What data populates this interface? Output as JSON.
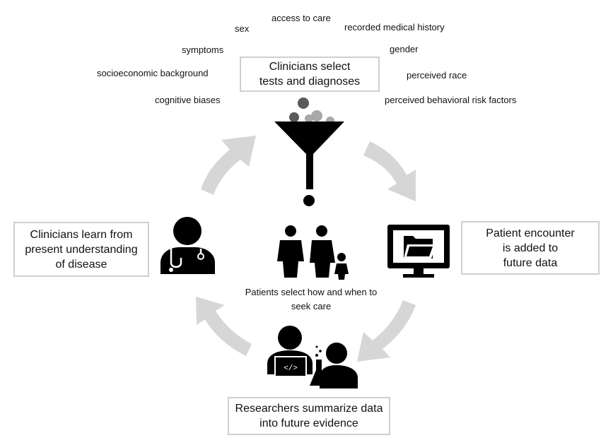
{
  "boxes": {
    "top": "Clinicians select\ntests and diagnoses",
    "right": "Patient encounter\nis added to\nfuture data",
    "bottom": "Researchers summarize data\ninto future evidence",
    "left": "Clinicians learn from\npresent understanding\nof disease"
  },
  "factors": {
    "access_to_care": "access to care",
    "sex": "sex",
    "recorded_medical_history": "recorded medical history",
    "symptoms": "symptoms",
    "gender": "gender",
    "socioeconomic_background": "socioeconomic background",
    "perceived_race": "perceived race",
    "cognitive_biases": "cognitive biases",
    "perceived_behavioral_risk_factors": "perceived behavioral risk factors"
  },
  "center_caption": "Patients select how and when to seek care",
  "icons": {
    "filter": "funnel-icon",
    "computer": "computer-folder-icon",
    "researchers": "researchers-icon",
    "doctor": "doctor-icon",
    "family": "family-icon"
  },
  "colors": {
    "arrow": "#d6d6d6",
    "icon": "#000000",
    "box_border": "#cfcfcf",
    "ball_dark": "#5a5a5a",
    "ball_light": "#a8a8a8"
  }
}
